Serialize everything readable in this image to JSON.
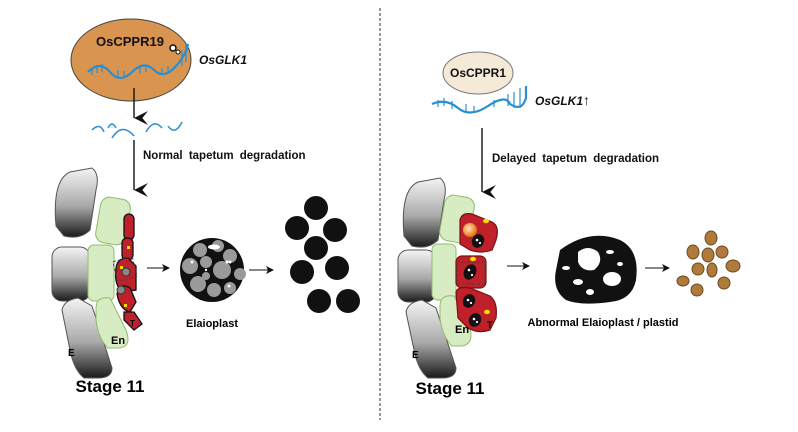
{
  "left_panel": {
    "protein_label": "OsCPPR19",
    "gene_label": "OsGLK1",
    "process_label": "Normal tapetum degradation",
    "cell_labels": {
      "epidermis": "E",
      "endothecium": "En",
      "tapetum": "T"
    },
    "plastid_label": "Elaioplast",
    "stage_label": "Stage 11"
  },
  "right_panel": {
    "protein_label": "OsCPPR1",
    "gene_label": "OsGLK1",
    "gene_arrow": "↑",
    "process_label": "Delayed tapetum degradation",
    "cell_labels": {
      "epidermis": "E",
      "endothecium": "En",
      "tapetum": "T"
    },
    "plastid_label": "Abnormal Elaioplast / plastid",
    "stage_label": "Stage 11"
  },
  "colors": {
    "protein_left": "#d99450",
    "protein_right": "#f5ead8",
    "rna": "#2a8fd0",
    "endothecium": "#d8ecc4",
    "endothecium_stroke": "#8dbb6c",
    "tapetum": "#c0202a",
    "lipid_dot": "#f5e000",
    "pollen": "#b07a3c"
  }
}
